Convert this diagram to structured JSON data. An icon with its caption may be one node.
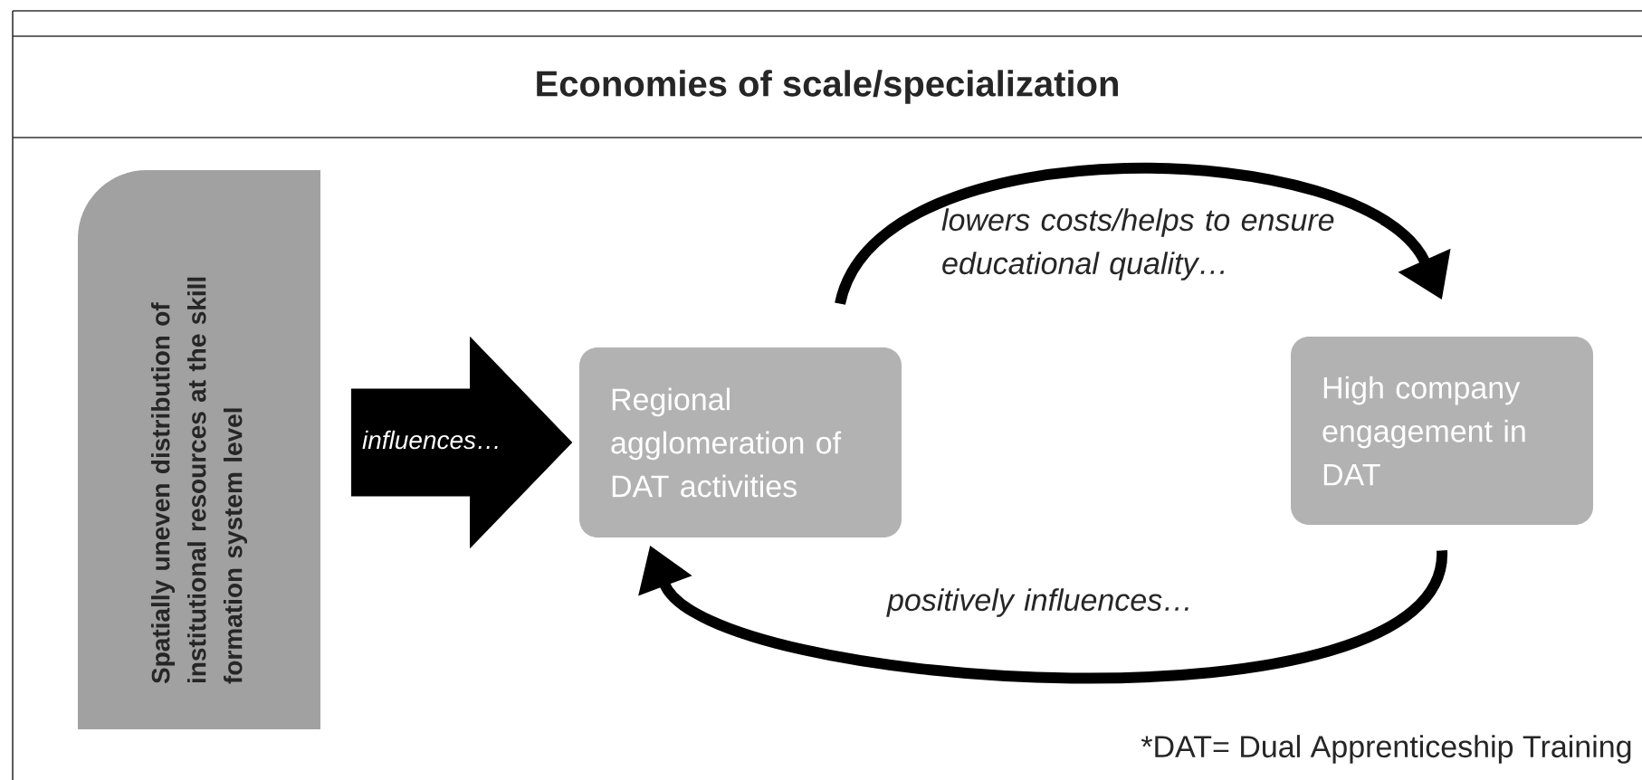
{
  "diagram": {
    "title": "Economies of scale/specialization",
    "nodes": [
      {
        "text": [
          "Spatially uneven distribution of institutional resources at the skill formation system level"
        ]
      },
      {
        "text": [
          "Regional agglomeration of DAT activities"
        ]
      },
      {
        "text": [
          "High company engagement in DAT"
        ]
      }
    ],
    "edges": [
      {
        "from": 0,
        "to": 1,
        "arrow": "to",
        "label": "influences…",
        "style": "thick"
      },
      {
        "from": 1,
        "to": 2,
        "arrow": "to",
        "label": "lowers costs/helps to ensure educational quality…"
      },
      {
        "from": 2,
        "to": 1,
        "arrow": "to",
        "label": "positively influences…"
      }
    ],
    "labels": [
      "*DAT= Dual Apprenticeship Training"
    ]
  }
}
